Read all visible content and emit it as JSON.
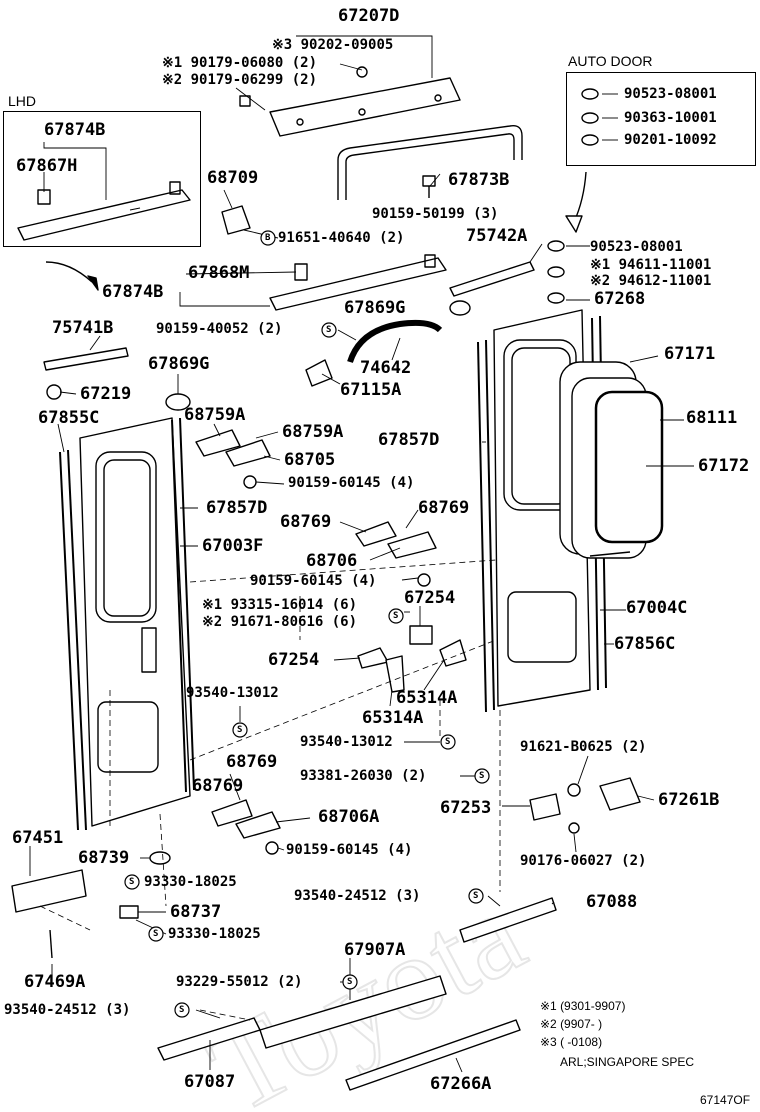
{
  "diagram_id": "67147OF",
  "watermark": "Toyota",
  "boxes": {
    "lhd_title": "LHD",
    "auto_door_title": "AUTO DOOR"
  },
  "parts": {
    "p67207D": "67207D",
    "p90202": "※3 90202-09005",
    "p90179a": "※1 90179-06080 (2)",
    "p90179b": "※2 90179-06299 (2)",
    "p67874B_box": "67874B",
    "p67867H": "67867H",
    "p67873B": "67873B",
    "p68709": "68709",
    "p90159_50199": "90159-50199 (3)",
    "p91651": "91651-40640 (2)",
    "p75742A": "75742A",
    "p67868M": "67868M",
    "p67874B": "67874B",
    "p67869G_a": "67869G",
    "p90159_40052": "90159-40052 (2)",
    "p74642": "74642",
    "p67115A": "67115A",
    "p75741B": "75741B",
    "p67869G_b": "67869G",
    "p67219": "67219",
    "p67855C": "67855C",
    "p68759A_a": "68759A",
    "p68759A_b": "68759A",
    "p68705": "68705",
    "p90159_60145a": "90159-60145 (4)",
    "p67857D_a": "67857D",
    "p67003F": "67003F",
    "p68769_a": "68769",
    "p68769_b": "68769",
    "p68706": "68706",
    "p90159_60145b": "90159-60145 (4)",
    "p93315": "※1 93315-16014 (6)",
    "p91671": "※2 91671-80616 (6)",
    "p67254_a": "67254",
    "p67254_b": "67254",
    "p65314A_a": "65314A",
    "p65314A_b": "65314A",
    "p93540_13012a": "93540-13012",
    "p93540_13012b": "93540-13012",
    "p68769_c": "68769",
    "p68769_d": "68769",
    "p68706A": "68706A",
    "p90159_60145c": "90159-60145 (4)",
    "p93381": "93381-26030 (2)",
    "p67253": "67253",
    "p91621": "91621-B0625 (2)",
    "p67261B": "67261B",
    "p90176": "90176-06027 (2)",
    "p67451": "67451",
    "p68739": "68739",
    "p93330a": "93330-18025",
    "p68737": "68737",
    "p93330b": "93330-18025",
    "p93540_24512a": "93540-24512 (3)",
    "p67088": "67088",
    "p67469A": "67469A",
    "p67907A": "67907A",
    "p93229": "93229-55012 (2)",
    "p93540_24512b": "93540-24512 (3)",
    "p67087": "67087",
    "p67266A": "67266A",
    "p67857D_b": "67857D",
    "p67171": "67171",
    "p68111": "68111",
    "p67172": "67172",
    "p67004C": "67004C",
    "p67856C": "67856C",
    "p90523_top": "90523-08001",
    "p94611": "※1 94611-11001",
    "p94612": "※2 94612-11001",
    "p67268": "67268"
  },
  "auto_door_parts": [
    "90523-08001",
    "90363-10001",
    "90201-10092"
  ],
  "footnotes": [
    "※1 (9301-9907)",
    "※2 (9907-       )",
    "※3 (      -0108)",
    "ARL;SINGAPORE SPEC"
  ],
  "symbols": {
    "screw_mark": "S",
    "bolt_mark": "B"
  }
}
